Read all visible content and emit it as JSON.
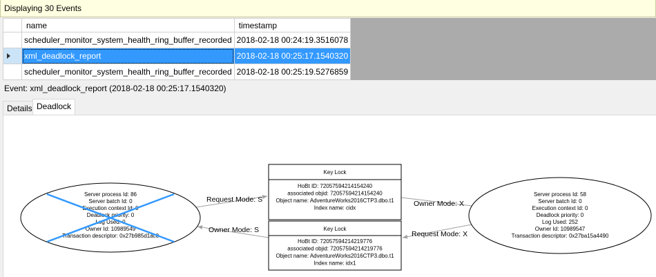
{
  "status": "Displaying 30 Events",
  "grid": {
    "columns": [
      "name",
      "timestamp"
    ],
    "rows": [
      {
        "name": "scheduler_monitor_system_health_ring_buffer_recorded",
        "timestamp": "2018-02-18 00:24:19.3516078"
      },
      {
        "name": "xml_deadlock_report",
        "timestamp": "2018-02-18 00:25:17.1540320",
        "selected": true
      },
      {
        "name": "scheduler_monitor_system_health_ring_buffer_recorded",
        "timestamp": "2018-02-18 00:25:19.5276859"
      }
    ]
  },
  "event_label": "Event: xml_deadlock_report (2018-02-18 00:25:17.1540320)",
  "tabs": [
    {
      "label": "Details"
    },
    {
      "label": "Deadlock",
      "active": true
    }
  ],
  "deadlock": {
    "victim": {
      "lines": [
        "Server process Id: 86",
        "Server batch Id: 0",
        "Execution context Id: 0",
        "Deadlock priority: 0",
        "Log Used: 0",
        "Owner Id: 10989549",
        "Transaction descriptor: 0x27b985d1ac0"
      ]
    },
    "process2": {
      "lines": [
        "Server process Id: 58",
        "Server batch Id: 0",
        "Execution context Id: 0",
        "Deadlock priority: 0",
        "Log Used: 252",
        "Owner Id: 10989547",
        "Transaction descriptor: 0x27ba15a4490"
      ]
    },
    "lock1": {
      "title": "Key Lock",
      "lines": [
        "HoBt ID: 72057594214154240",
        "associated objid: 72057594214154240",
        "Object name: AdventureWorks2016CTP3.dbo.t1",
        "Index name: cidx"
      ]
    },
    "lock2": {
      "title": "Key Lock",
      "lines": [
        "HoBt ID: 72057594214219776",
        "associated objid: 72057594214219776",
        "Object name: AdventureWorks2016CTP3.dbo.t1",
        "Index name: idx1"
      ]
    },
    "edges": {
      "req_s": "Request Mode: S",
      "own_x": "Owner Mode: X",
      "req_x": "Request Mode: X",
      "own_s": "Owner Mode: S"
    },
    "victim_mark_color": "#3399ff"
  }
}
